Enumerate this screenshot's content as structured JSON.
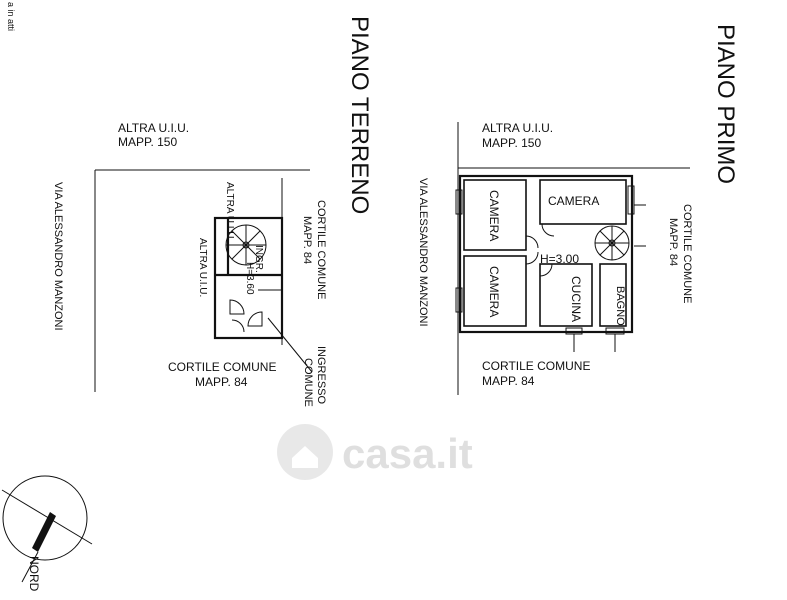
{
  "corner_note": "a in atti",
  "watermark": "casa.it",
  "compass_label": "NORD",
  "ground_floor": {
    "title": "PIANO TERRENO",
    "top_neighbor": "ALTRA U.I.U.",
    "top_neighbor_mapp": "MAPP. 150",
    "street": "VIA ALESSANDRO MANZONI",
    "inner_neighbor_short": "ALTRA U.I.U.",
    "inner_neighbor": "ALTRA U.I.U.",
    "stair_label": "INGR.",
    "height_label": "H=3.60",
    "right_court": "CORTILE COMUNE",
    "right_court_mapp": "MAPP. 84",
    "bottom_court": "CORTILE COMUNE",
    "bottom_court_mapp": "MAPP. 84",
    "entrance_line1": "INGRESSO",
    "entrance_line2": "COMUNE"
  },
  "first_floor": {
    "title": "PIANO PRIMO",
    "top_neighbor": "ALTRA U.I.U.",
    "top_neighbor_mapp": "MAPP. 150",
    "street": "VIA ALESSANDRO MANZONI",
    "room_top": "CAMERA",
    "room_left_top": "CAMERA",
    "room_left_bottom": "CAMERA",
    "kitchen": "CUCINA",
    "bath": "BAGNO",
    "height_label": "H=3.00",
    "right_court": "CORTILE COMUNE",
    "right_court_mapp": "MAPP. 84",
    "bottom_court": "CORTILE COMUNE",
    "bottom_court_mapp": "MAPP. 84"
  }
}
